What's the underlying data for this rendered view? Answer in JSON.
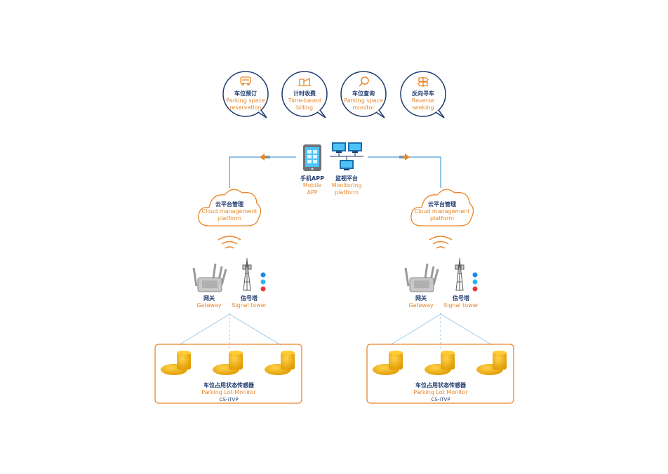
{
  "features": [
    {
      "cn": "车位预订",
      "en1": "Parking space",
      "en2": "reservation",
      "icon": "car-icon"
    },
    {
      "cn": "计时收费",
      "en1": "Time-based",
      "en2": "billing",
      "icon": "billing-icon"
    },
    {
      "cn": "车位查询",
      "en1": "Parking space",
      "en2": "monitor",
      "icon": "search-icon"
    },
    {
      "cn": "反向寻车",
      "en1": "Reverse",
      "en2": "seeking",
      "icon": "signpost-icon"
    }
  ],
  "mobile_app": {
    "cn": "手机APP",
    "en1": "Mobile",
    "en2": "APP"
  },
  "monitoring": {
    "cn": "监视平台",
    "en1": "Monitoring",
    "en2": "platform"
  },
  "cloud": {
    "cn": "云平台管理",
    "en1": "Cloud management",
    "en2": "platform"
  },
  "gateway": {
    "cn": "网关",
    "en": "Gateway"
  },
  "tower": {
    "cn": "信号塔",
    "en": "Signal tower"
  },
  "sensor": {
    "cn": "车位占用状态传感器",
    "en": "Parking Lot Monitor",
    "code": "CS-iTVP"
  },
  "colors": {
    "navy": "#1e3a6e",
    "orange": "#e8862a",
    "line": "#4a9fd4",
    "sensor": "#f2b300"
  }
}
